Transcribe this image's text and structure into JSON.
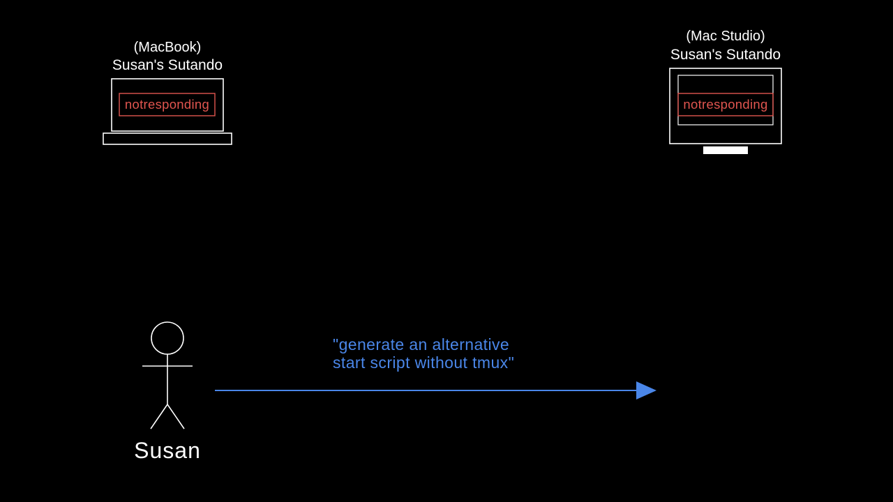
{
  "colors": {
    "background": "#000000",
    "foreground": "#ffffff",
    "status": "#e0554f",
    "message": "#4a86e8"
  },
  "devices": [
    {
      "id": "macbook",
      "subtitle": "(MacBook)",
      "name": "Susan's Sutando",
      "status": "notresponding",
      "icon": "laptop-icon"
    },
    {
      "id": "mac-studio",
      "subtitle": "(Mac Studio)",
      "name": "Susan's Sutando",
      "status": "notresponding",
      "icon": "monitor-icon"
    }
  ],
  "person": {
    "name": "Susan",
    "icon": "stick-figure-icon"
  },
  "message": {
    "line1": "\"generate an alternative",
    "line2": "start script without tmux\"",
    "icon": "arrow-right-icon"
  }
}
